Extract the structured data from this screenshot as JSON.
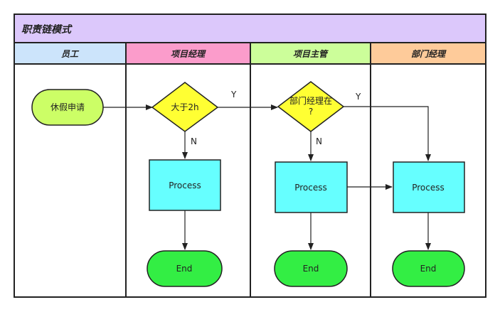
{
  "diagram": {
    "title": "职责链模式",
    "lanes": [
      {
        "id": "lane-employee",
        "label": "员工",
        "color": "#cce4fb"
      },
      {
        "id": "lane-pm",
        "label": "项目经理",
        "color": "#fb9ccb"
      },
      {
        "id": "lane-supervisor",
        "label": "项目主管",
        "color": "#ccfe9a"
      },
      {
        "id": "lane-dept",
        "label": "部门经理",
        "color": "#fecb9a"
      }
    ],
    "nodes": {
      "start": {
        "label": "休假申请",
        "color": "#ccfe66"
      },
      "decision1": {
        "label": "大于2h",
        "color": "#ffff33"
      },
      "decision2": {
        "line1": "部门经理在",
        "line2": "?",
        "color": "#ffff33"
      },
      "process1": {
        "label": "Process",
        "color": "#66ffff"
      },
      "process2": {
        "label": "Process",
        "color": "#66ffff"
      },
      "process3": {
        "label": "Process",
        "color": "#66ffff"
      },
      "end1": {
        "label": "End",
        "color": "#33ee44"
      },
      "end2": {
        "label": "End",
        "color": "#33ee44"
      },
      "end3": {
        "label": "End",
        "color": "#33ee44"
      }
    },
    "edge_labels": {
      "d1_yes": "Y",
      "d1_no": "N",
      "d2_yes": "Y",
      "d2_no": "N"
    },
    "colors": {
      "title_bg": "#dcc8fb",
      "stroke": "#222222"
    }
  }
}
